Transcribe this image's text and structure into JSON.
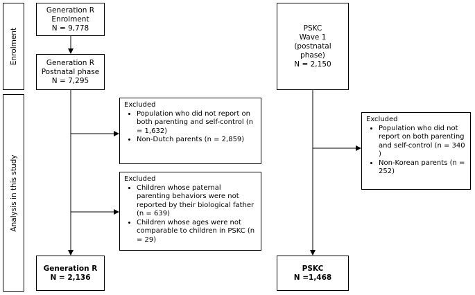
{
  "side_labels": {
    "enrolment": "Enrolment",
    "analysis": "Analysis in this study"
  },
  "genr": {
    "enrolment": [
      "Generation R",
      "Enrolment",
      "N = 9,778"
    ],
    "postnatal": [
      "Generation R",
      "Postnatal phase",
      "N = 7,295"
    ],
    "excluded1": {
      "title": "Excluded",
      "items": [
        "Population who did not report on both parenting and self-control (n = 1,632)",
        "Non-Dutch parents (n = 2,859)"
      ]
    },
    "excluded2": {
      "title": "Excluded",
      "items": [
        "Children whose paternal parenting behaviors were not reported by their biological father (n = 639)",
        "Children whose ages were not comparable to children in PSKC (n = 29)"
      ]
    },
    "final": [
      "Generation R",
      "N = 2,136"
    ]
  },
  "pskc": {
    "wave1": [
      "PSKC",
      "Wave 1",
      "(postnatal",
      "phase)",
      "N = 2,150"
    ],
    "excluded": {
      "title": "Excluded",
      "items": [
        "Population who did not report on both parenting and self-control (n = 340 )",
        "Non-Korean parents (n = 252)"
      ]
    },
    "final": [
      "PSKC",
      "N =1,468"
    ]
  }
}
